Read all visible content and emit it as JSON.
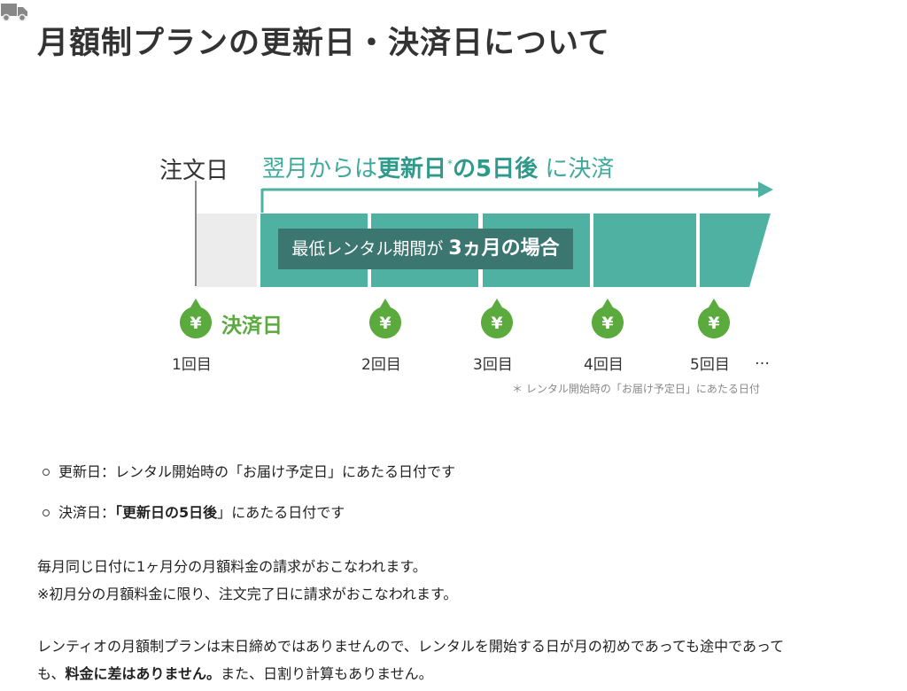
{
  "page_title": "月額制プランの更新日・決済日について",
  "diagram": {
    "order_date_label": "注文日",
    "headline": {
      "prefix": "翌月からは",
      "renewal": "更新日",
      "asterisk": "*",
      "middle": "の",
      "five_days": "5日後",
      "suffix": " に決済"
    },
    "min_period_box": {
      "prefix": "最低レンタル期間が ",
      "highlight": "3ヵ月の場合"
    },
    "payment_date_label": "決済日",
    "yen_symbol": "¥",
    "payment_counts": [
      "1回目",
      "2回目",
      "3回目",
      "4回目",
      "5回目"
    ],
    "ellipsis": "…",
    "footnote": "＊ レンタル開始時の「お届け予定日」にあたる日付",
    "icons": [
      "truck-icon",
      "yen-pin-icon",
      "arrow-right-icon"
    ],
    "colors": {
      "teal": "#4fb1a2",
      "teal_text": "#3fa99b",
      "dark_teal": "#3b7670",
      "green": "#5aaa3d",
      "gray_block": "#ececec"
    }
  },
  "bullets": [
    {
      "label": "更新日：",
      "text": "レンタル開始時の「お届け予定日」にあたる日付です"
    },
    {
      "label": "決済日：",
      "bracket_open": "「",
      "bold": "更新日の5日後",
      "bracket_close": "」",
      "text": "にあたる日付です"
    }
  ],
  "paragraph1": {
    "line1": "毎月同じ日付に1ヶ月分の月額料金の請求がおこなわれます。",
    "line2": "※初月分の月額料金に限り、注文完了日に請求がおこなわれます。"
  },
  "paragraph2": {
    "line1": "レンティオの月額制プランは末日締めではありませんので、レンタルを開始する日が月の初めであっても途中であって",
    "line2_prefix": "も、",
    "line2_bold": "料金に差はありません。",
    "line2_suffix": "また、日割り計算もありません。"
  }
}
